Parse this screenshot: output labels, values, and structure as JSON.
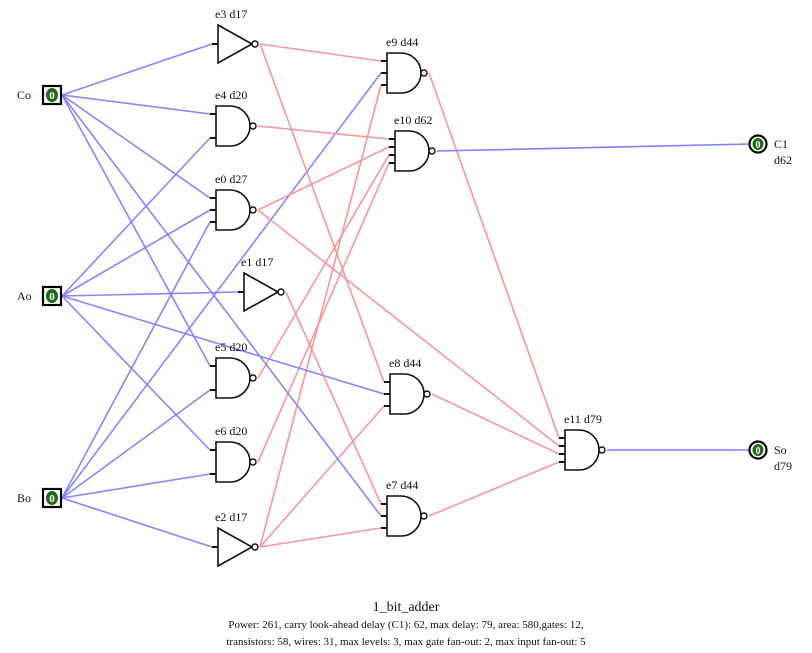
{
  "circuit_name": "1_bit_adder",
  "stats_line1": "Power: 261, carry look-ahead delay (C1): 62, max delay: 79, area: 580,gates: 12,",
  "stats_line2": "transistors: 58, wires: 31, max levels: 3, max  gate fan-out: 2, max input fan-out: 5",
  "colors": {
    "input_wire": "#8080f8",
    "gate_wire": "#f89098",
    "pin_fill": "#1c6b1c",
    "pin_text": "#ffffff",
    "gate_stroke": "#111111"
  },
  "inputs": [
    {
      "id": "C0",
      "label": "Co",
      "value": "0"
    },
    {
      "id": "A0",
      "label": "Ao",
      "value": "0"
    },
    {
      "id": "B0",
      "label": "Bo",
      "value": "0"
    }
  ],
  "outputs": [
    {
      "id": "C1",
      "label": "C1",
      "delay": "d62",
      "value": "0",
      "source": "e10"
    },
    {
      "id": "S0",
      "label": "So",
      "delay": "d79",
      "value": "0",
      "source": "e11"
    }
  ],
  "gates": [
    {
      "id": "e3",
      "type": "not",
      "label": "e3 d17",
      "inputs": [
        "C0"
      ]
    },
    {
      "id": "e4",
      "type": "nand",
      "label": "e4 d20",
      "inputs": [
        "C0",
        "A0"
      ]
    },
    {
      "id": "e0",
      "type": "nand",
      "label": "e0 d27",
      "inputs": [
        "C0",
        "A0",
        "B0"
      ]
    },
    {
      "id": "e1",
      "type": "not",
      "label": "e1 d17",
      "inputs": [
        "A0"
      ]
    },
    {
      "id": "e5",
      "type": "nand",
      "label": "e5 d20",
      "inputs": [
        "C0",
        "B0"
      ]
    },
    {
      "id": "e6",
      "type": "nand",
      "label": "e6 d20",
      "inputs": [
        "A0",
        "B0"
      ]
    },
    {
      "id": "e2",
      "type": "not",
      "label": "e2 d17",
      "inputs": [
        "B0"
      ]
    },
    {
      "id": "e9",
      "type": "nand",
      "label": "e9 d44",
      "inputs": [
        "e3",
        "B0",
        "e2"
      ]
    },
    {
      "id": "e10",
      "type": "nand",
      "label": "e10 d62",
      "inputs": [
        "e4",
        "e0",
        "e5",
        "e6"
      ]
    },
    {
      "id": "e8",
      "type": "nand",
      "label": "e8 d44",
      "inputs": [
        "e3",
        "A0",
        "e2"
      ]
    },
    {
      "id": "e7",
      "type": "nand",
      "label": "e7 d44",
      "inputs": [
        "e1",
        "C0",
        "e2"
      ]
    },
    {
      "id": "e11",
      "type": "nand",
      "label": "e11 d79",
      "inputs": [
        "e9",
        "e0",
        "e8",
        "e7"
      ]
    }
  ]
}
